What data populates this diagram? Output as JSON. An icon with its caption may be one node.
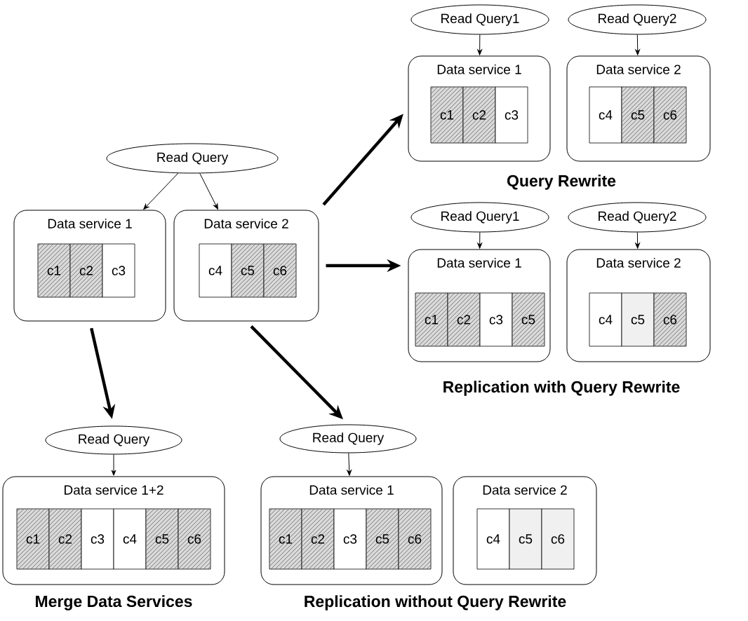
{
  "diagram": {
    "nodes": [
      {
        "text": [
          "Read Query"
        ]
      },
      {
        "text": [
          "Data service 1"
        ]
      },
      {
        "text": [
          "c1"
        ],
        "in": 1
      },
      {
        "text": [
          "c2"
        ],
        "in": 1
      },
      {
        "text": [
          "c3"
        ],
        "in": 1
      },
      {
        "text": [
          "Data service 2"
        ]
      },
      {
        "text": [
          "c4"
        ],
        "in": 5
      },
      {
        "text": [
          "c5"
        ],
        "in": 5
      },
      {
        "text": [
          "c6"
        ],
        "in": 5
      },
      {
        "text": [
          "Read Query1"
        ]
      },
      {
        "text": [
          "Read Query2"
        ]
      },
      {
        "text": [
          "Data service 1"
        ]
      },
      {
        "text": [
          "c1"
        ],
        "in": 11
      },
      {
        "text": [
          "c2"
        ],
        "in": 11
      },
      {
        "text": [
          "c3"
        ],
        "in": 11
      },
      {
        "text": [
          "Data service 2"
        ]
      },
      {
        "text": [
          "c4"
        ],
        "in": 15
      },
      {
        "text": [
          "c5"
        ],
        "in": 15
      },
      {
        "text": [
          "c6"
        ],
        "in": 15
      },
      {
        "text": [
          "Read Query1"
        ]
      },
      {
        "text": [
          "Read Query2"
        ]
      },
      {
        "text": [
          "Data service 1"
        ]
      },
      {
        "text": [
          "c1"
        ],
        "in": 21
      },
      {
        "text": [
          "c2"
        ],
        "in": 21
      },
      {
        "text": [
          "c3"
        ],
        "in": 21
      },
      {
        "text": [
          "c5"
        ],
        "in": 21
      },
      {
        "text": [
          "Data service 2"
        ]
      },
      {
        "text": [
          "c4"
        ],
        "in": 26
      },
      {
        "text": [
          "c5"
        ],
        "in": 26
      },
      {
        "text": [
          "c6"
        ],
        "in": 26
      },
      {
        "text": [
          "Read Query"
        ]
      },
      {
        "text": [
          "Data service 1+2"
        ]
      },
      {
        "text": [
          "c1"
        ],
        "in": 31
      },
      {
        "text": [
          "c2"
        ],
        "in": 31
      },
      {
        "text": [
          "c3"
        ],
        "in": 31
      },
      {
        "text": [
          "c4"
        ],
        "in": 31
      },
      {
        "text": [
          "c5"
        ],
        "in": 31
      },
      {
        "text": [
          "c6"
        ],
        "in": 31
      },
      {
        "text": [
          "Read Query"
        ]
      },
      {
        "text": [
          "Data service 1"
        ]
      },
      {
        "text": [
          "c1"
        ],
        "in": 39
      },
      {
        "text": [
          "c2"
        ],
        "in": 39
      },
      {
        "text": [
          "c3"
        ],
        "in": 39
      },
      {
        "text": [
          "c5"
        ],
        "in": 39
      },
      {
        "text": [
          "c6"
        ],
        "in": 39
      },
      {
        "text": [
          "Data service 2"
        ]
      },
      {
        "text": [
          "c4"
        ],
        "in": 45
      },
      {
        "text": [
          "c5"
        ],
        "in": 45
      },
      {
        "text": [
          "c6"
        ],
        "in": 45
      }
    ],
    "edges": [
      {
        "from": 0,
        "to": 1,
        "arrow": "to"
      },
      {
        "from": 0,
        "to": 5,
        "arrow": "to"
      },
      {
        "from": 9,
        "to": 11,
        "arrow": "to"
      },
      {
        "from": 10,
        "to": 15,
        "arrow": "to"
      },
      {
        "from": 19,
        "to": 21,
        "arrow": "to"
      },
      {
        "from": 20,
        "to": 26,
        "arrow": "to"
      },
      {
        "from": 30,
        "to": 31,
        "arrow": "to"
      },
      {
        "from": 38,
        "to": 39,
        "arrow": "to"
      },
      {
        "from": 5,
        "to": 11,
        "arrow": "to",
        "style": "thick"
      },
      {
        "from": 5,
        "to": 21,
        "arrow": "to",
        "style": "thick"
      },
      {
        "from": 1,
        "to": 30,
        "arrow": "to",
        "style": "thick"
      },
      {
        "from": 5,
        "to": 38,
        "arrow": "to",
        "style": "thick"
      }
    ],
    "labels": [
      "Query Rewrite",
      "Replication with Query Rewrite",
      "Merge Data Services",
      "Replication without Query Rewrite"
    ]
  }
}
